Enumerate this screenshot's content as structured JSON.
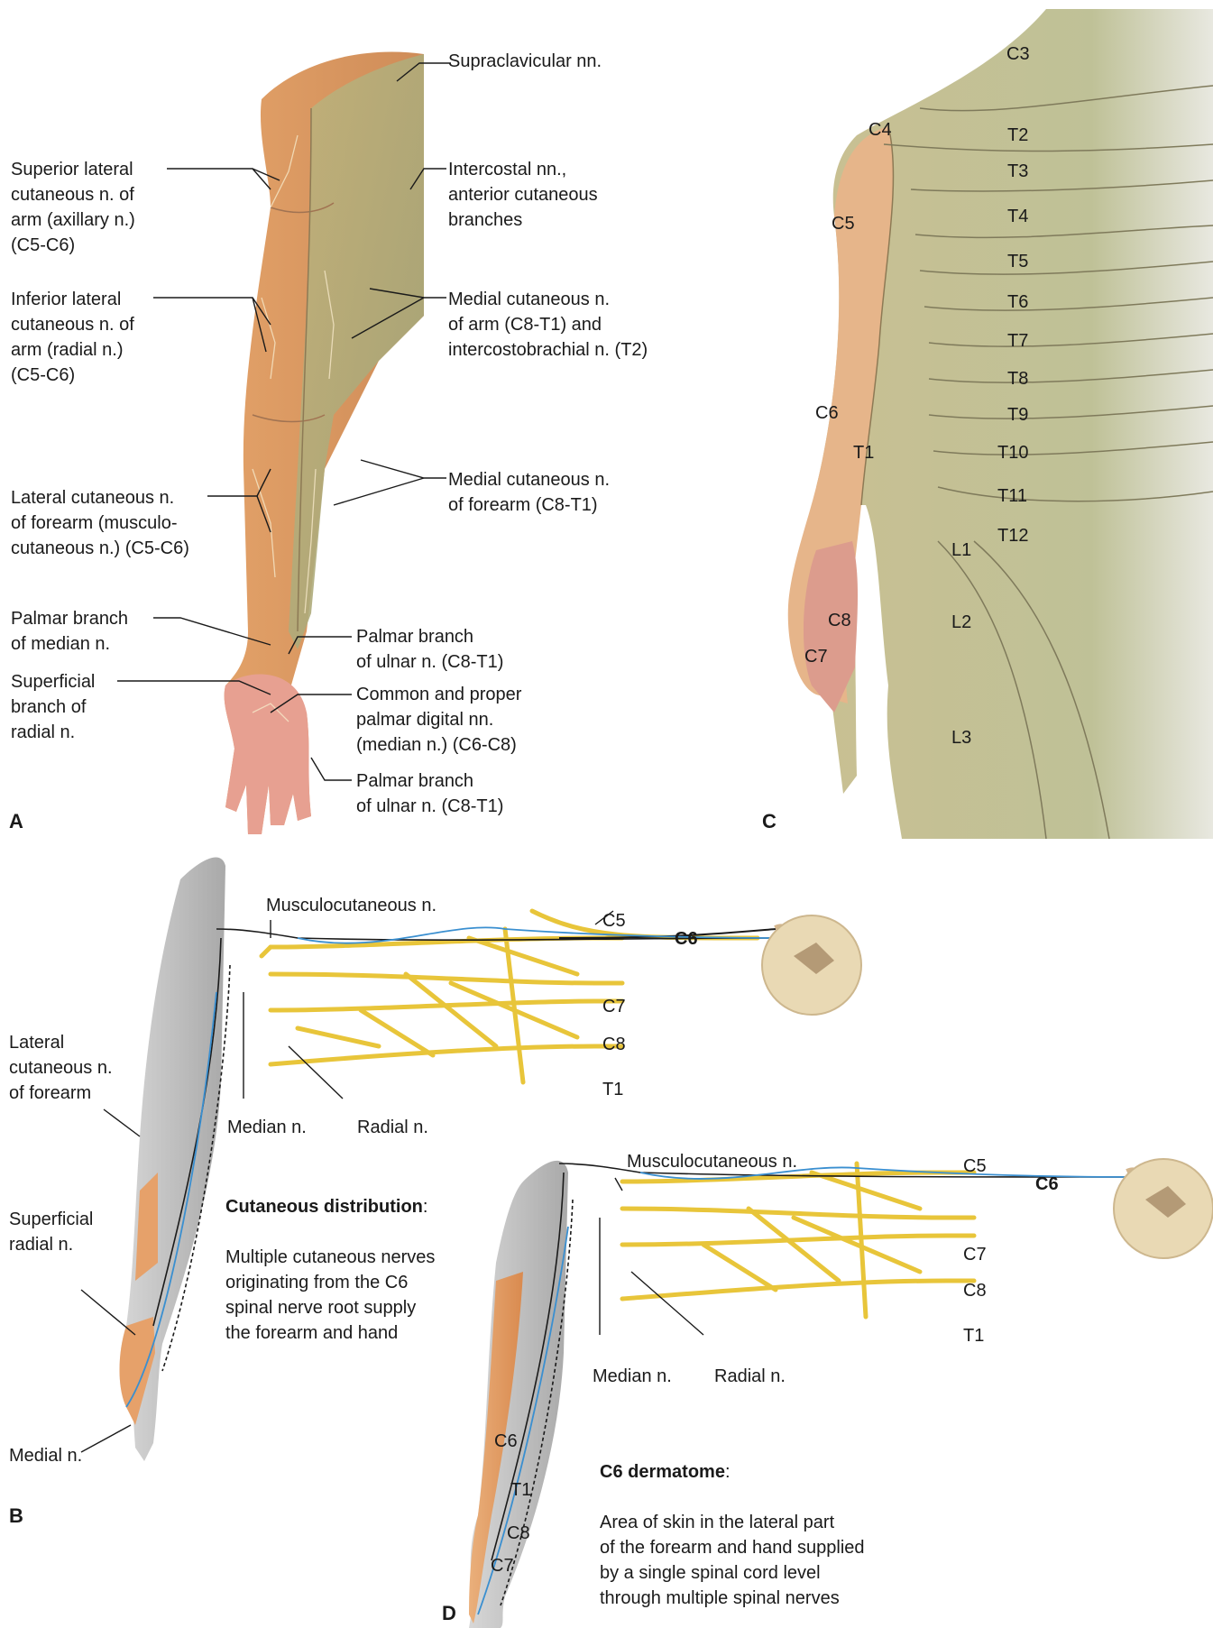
{
  "panelA": {
    "letter": "A",
    "labels": {
      "supraclavicular": "Supraclavicular nn.",
      "sup_lateral": "Superior lateral\ncutaneous n. of\narm (axillary n.)\n(C5-C6)",
      "intercostal": "Intercostal nn.,\nanterior cutaneous\nbranches",
      "inf_lateral": "Inferior lateral\ncutaneous n. of\narm (radial n.)\n(C5-C6)",
      "medial_arm": "Medial cutaneous n.\nof arm (C8-T1) and\nintercostobrachial n. (T2)",
      "lateral_forearm": "Lateral cutaneous n.\nof forearm (musculo-\ncutaneous n.) (C5-C6)",
      "medial_forearm": "Medial cutaneous n.\nof forearm (C8-T1)",
      "palmar_median": "Palmar branch\nof median n.",
      "palmar_ulnar_1": "Palmar branch\nof ulnar n. (C8-T1)",
      "superficial_radial": "Superficial\nbranch of\nradial n.",
      "digital": "Common and proper\npalmar digital nn.\n(median n.) (C6-C8)",
      "palmar_ulnar_2": "Palmar branch\nof ulnar n. (C8-T1)"
    }
  },
  "panelC": {
    "letter": "C",
    "segments": [
      "C3",
      "C4",
      "T2",
      "T3",
      "C5",
      "T4",
      "T5",
      "T6",
      "T7",
      "T8",
      "C6",
      "T9",
      "T1",
      "T10",
      "T11",
      "T12",
      "L1",
      "C8",
      "L2",
      "C7",
      "L3"
    ]
  },
  "panelB": {
    "letter": "B",
    "labels": {
      "musculocutaneous": "Musculocutaneous n.",
      "lateral_cut_forearm": "Lateral\ncutaneous n.\nof forearm",
      "superficial_radial": "Superficial\nradial n.",
      "medial": "Medial n.",
      "median": "Median n.",
      "radial": "Radial n."
    },
    "roots": [
      "C5",
      "C6",
      "C7",
      "C8",
      "T1"
    ],
    "caption_title": "Cutaneous distribution",
    "caption_colon": ":",
    "caption_body": "Multiple cutaneous nerves\noriginating from the C6\nspinal nerve root supply\nthe forearm and hand"
  },
  "panelD": {
    "letter": "D",
    "labels": {
      "musculocutaneous": "Musculocutaneous n.",
      "median": "Median n.",
      "radial": "Radial n."
    },
    "roots": [
      "C5",
      "C6",
      "C7",
      "C8",
      "T1"
    ],
    "arm_segments": [
      "C6",
      "T1",
      "C8",
      "C7"
    ],
    "caption_title": "C6 dermatome",
    "caption_colon": ":",
    "caption_body": "Area of skin in the lateral part\nof the forearm and hand supplied\nby a single spinal cord level\nthrough multiple spinal nerves"
  },
  "colors": {
    "nerve": "#e8c53a",
    "c6_path": "#3a8fd0",
    "skin_orange": "#e6a165",
    "skin_green": "#b8b985",
    "skin_red": "#e59a8c",
    "gray_arm": "#c9c9c9",
    "cord": "#e9d9b4"
  }
}
